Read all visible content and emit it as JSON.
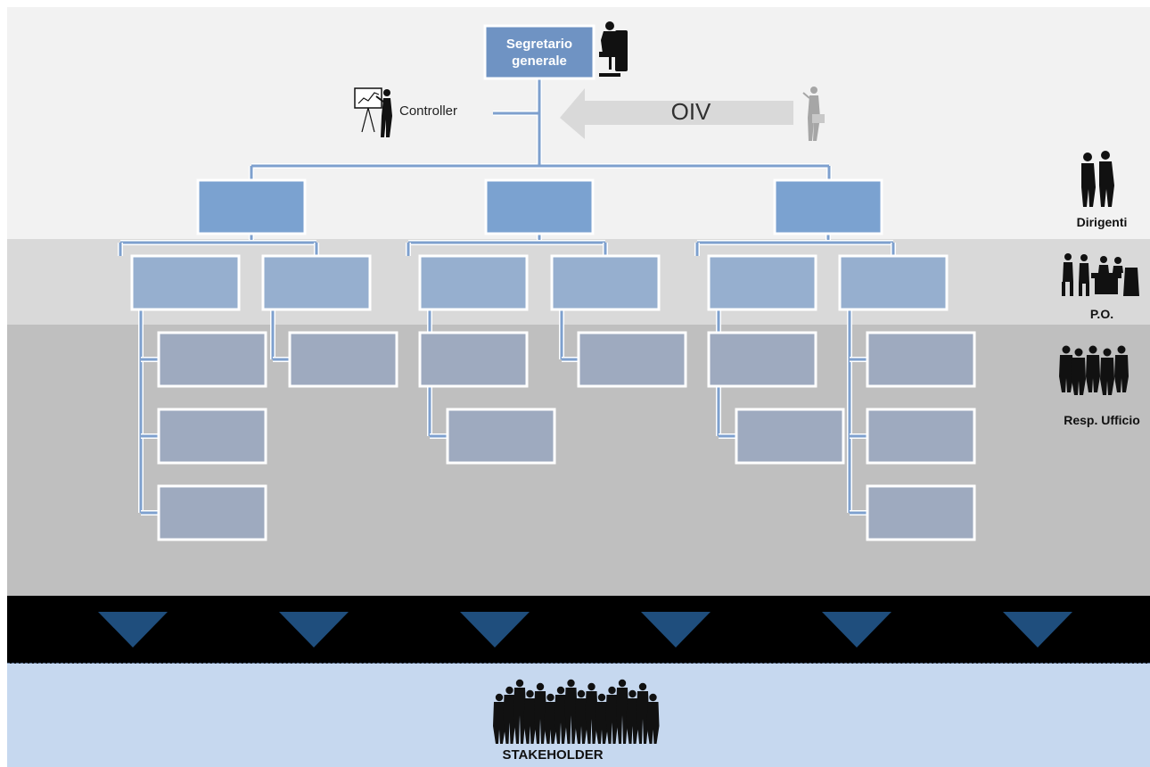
{
  "diagram": {
    "top": {
      "label": "Segretario\ngenerale"
    },
    "staff": {
      "label": "Controller"
    },
    "oiv": {
      "label": "OIV"
    },
    "tiers": [
      {
        "label": "Dirigenti",
        "icon": "executives-icon"
      },
      {
        "label": "P.O.",
        "icon": "meeting-icon"
      },
      {
        "label": "Resp. Ufficio",
        "icon": "group-icon"
      }
    ],
    "stakeholder": {
      "label": "STAKEHOLDER",
      "icon": "crowd-icon"
    },
    "structure": {
      "dirigenti_boxes": 3,
      "po_boxes_per_dirigente": 2,
      "ufficio_boxes_per_po": [
        3,
        1,
        2,
        1,
        2,
        3
      ],
      "arrows_down": 6
    },
    "colors": {
      "top_box": "#6f93c3",
      "dirigente_box": "#7ba2d0",
      "po_box": "#96afcf",
      "ufficio_box": "#9eaabf",
      "connector": "#7ea0ce",
      "oiv_arrow": "#d9d9d9",
      "down_arrow": "#1f4e7d"
    }
  }
}
